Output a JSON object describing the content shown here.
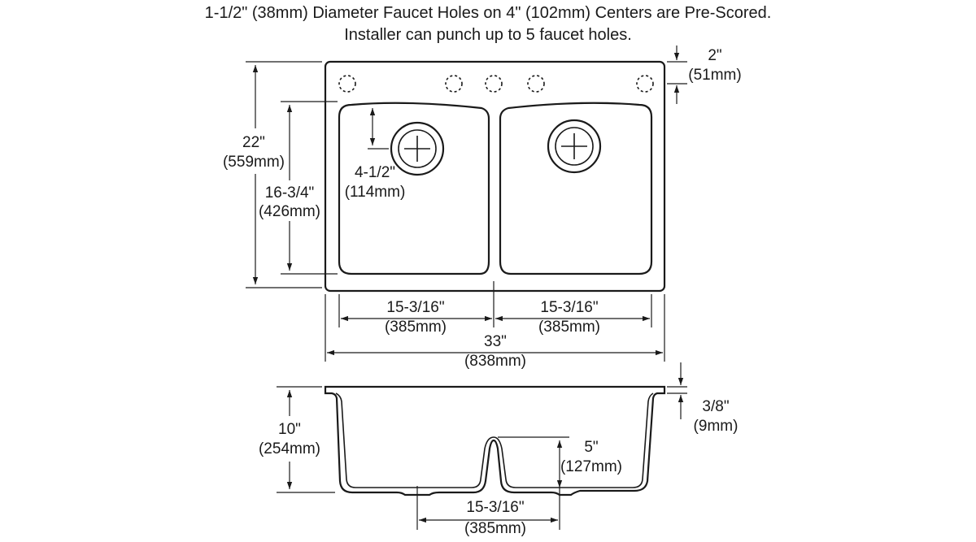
{
  "header": {
    "line1": "1-1/2\" (38mm) Diameter Faucet Holes on 4\" (102mm) Centers are Pre-Scored.",
    "line2": "Installer can punch up to 5 faucet holes."
  },
  "top_view": {
    "ledge": {
      "in": "2\"",
      "mm": "(51mm)"
    },
    "overall_depth": {
      "in": "22\"",
      "mm": "(559mm)"
    },
    "bowl_depth": {
      "in": "16-3/4\"",
      "mm": "(426mm)"
    },
    "drain_offset": {
      "in": "4-1/2\"",
      "mm": "(114mm)"
    },
    "bowl_left": {
      "in": "15-3/16\"",
      "mm": "(385mm)"
    },
    "bowl_right": {
      "in": "15-3/16\"",
      "mm": "(385mm)"
    },
    "overall_width": {
      "in": "33\"",
      "mm": "(838mm)"
    },
    "faucet_hole_count": 5
  },
  "side_view": {
    "rim_thickness": {
      "in": "3/8\"",
      "mm": "(9mm)"
    },
    "bowl_height": {
      "in": "10\"",
      "mm": "(254mm)"
    },
    "divider_height": {
      "in": "5\"",
      "mm": "(127mm)"
    },
    "drain_spacing": {
      "in": "15-3/16\"",
      "mm": "(385mm)"
    }
  }
}
